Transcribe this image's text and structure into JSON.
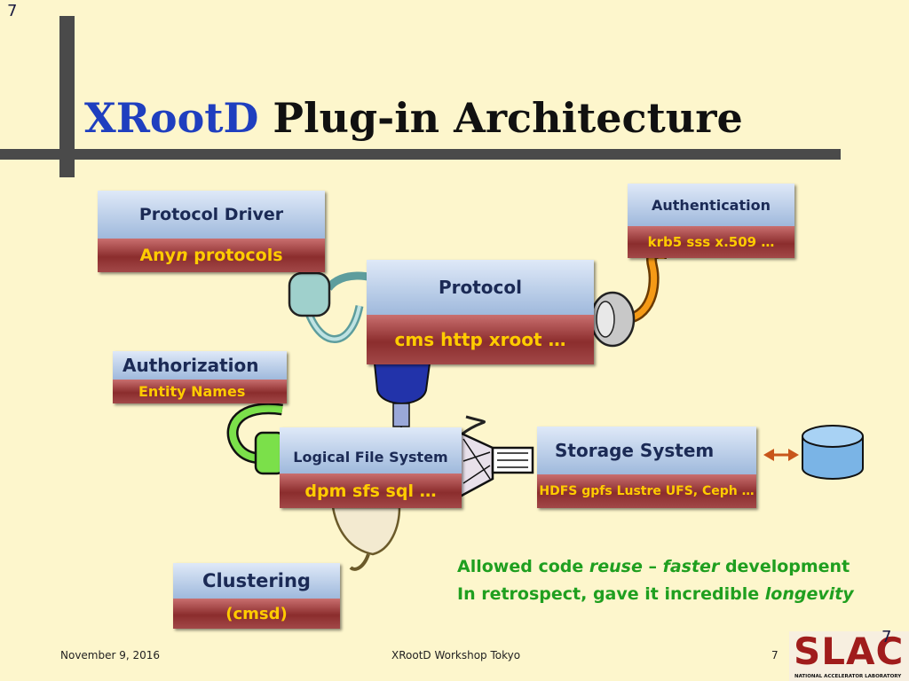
{
  "slide": {
    "corner_number": "7",
    "title_accent": "XRootD",
    "title_rest": " Plug-in Architecture"
  },
  "boxes": {
    "protocol_driver": {
      "top": "Protocol Driver",
      "bottom_pre": "Any ",
      "bottom_em": "n",
      "bottom_post": " protocols"
    },
    "authentication": {
      "top": "Authentication",
      "bottom": "krb5 sss x.509 …"
    },
    "protocol": {
      "top": "Protocol",
      "bottom": "cms http xroot …"
    },
    "authorization": {
      "top": "Authorization",
      "bottom": "Entity Names"
    },
    "logical_fs": {
      "top": "Logical File System",
      "bottom": "dpm sfs sql …"
    },
    "storage": {
      "top": "Storage System",
      "bottom": "HDFS gpfs Lustre UFS, Ceph …"
    },
    "clustering": {
      "top": "Clustering",
      "bottom": "(cmsd)"
    }
  },
  "note": {
    "line1_a": "Allowed code ",
    "line1_em1": "reuse",
    "line1_b": " – ",
    "line1_em2": "faster",
    "line1_c": " development",
    "line2_a": "In retrospect, gave it incredible ",
    "line2_em": "longevity"
  },
  "footer": {
    "date": "November 9, 2016",
    "event": "XRootD Workshop Tokyo",
    "page": "7"
  },
  "logo": {
    "name": "SLAC",
    "subtitle": "NATIONAL ACCELERATOR LABORATORY",
    "overlay_number": "7"
  },
  "colors": {
    "background": "#fdf6cc",
    "title_accent": "#1f3fbf",
    "box_label_bottom": "#ffcc00",
    "note_text": "#1f9f1f",
    "logo_red": "#a01c1c"
  },
  "icons": [
    "cable-plug-icon",
    "database-cylinder-icon",
    "double-arrow-icon"
  ]
}
